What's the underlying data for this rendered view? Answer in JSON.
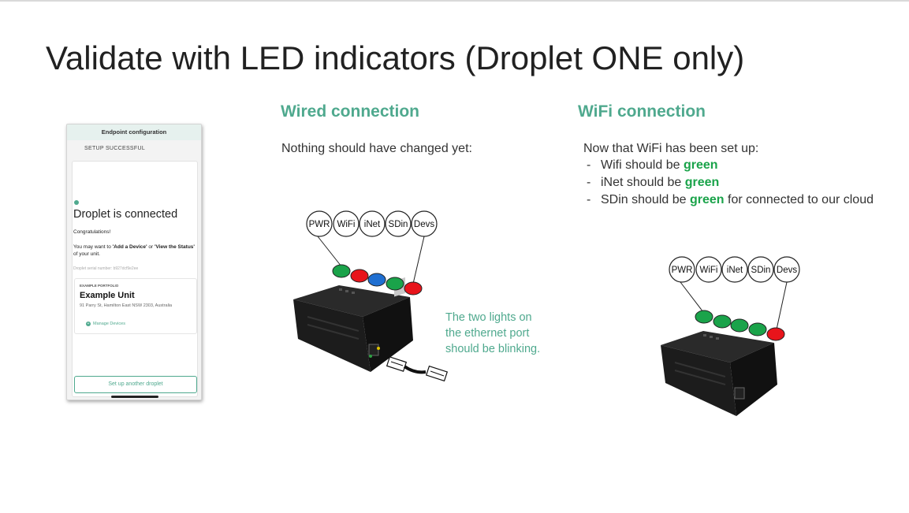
{
  "slide": {
    "title": "Validate with LED indicators (Droplet ONE only)"
  },
  "phone": {
    "header": "Endpoint configuration",
    "status": "SETUP SUCCESSFUL",
    "connected_title": "Droplet is connected",
    "congrats": "Congratulations!",
    "message_prefix": "You may want to ",
    "message_add": "'Add a Device'",
    "message_or": " or ",
    "message_view": "'View the Status'",
    "message_suffix": " of your unit.",
    "serial": "Droplet serial number: b927dcf9e2ee",
    "portfolio_label": "EXAMPLE PORTFOLIO",
    "unit_name": "Example Unit",
    "address": "91 Parry St, Hamilton East NSW 2303, Australia",
    "manage_devices": "Manage Devices",
    "setup_another": "Set up another droplet"
  },
  "wired": {
    "heading": "Wired connection",
    "description": "Nothing should have changed yet:",
    "note_line1": "The two lights on",
    "note_line2": "the ethernet port",
    "note_line3": "should be blinking.",
    "leds": [
      {
        "label": "PWR",
        "color": "#1aa34a"
      },
      {
        "label": "WiFi",
        "color": "#e8141b"
      },
      {
        "label": "iNet",
        "color": "#1f6fd1"
      },
      {
        "label": "SDin",
        "color": "#1aa34a"
      },
      {
        "label": "Devs",
        "color": "#e8141b"
      }
    ]
  },
  "wifi": {
    "heading": "WiFi connection",
    "intro": "Now that WiFi has been set up:",
    "bullet1_prefix": "Wifi should be ",
    "bullet2_prefix": "iNet should be ",
    "bullet3_prefix": "SDin should be ",
    "bullet3_suffix": " for connected to our cloud",
    "green_word": "green",
    "leds": [
      {
        "label": "PWR",
        "color": "#1aa34a"
      },
      {
        "label": "WiFi",
        "color": "#1aa34a"
      },
      {
        "label": "iNet",
        "color": "#1aa34a"
      },
      {
        "label": "SDin",
        "color": "#1aa34a"
      },
      {
        "label": "Devs",
        "color": "#e8141b"
      }
    ]
  },
  "colors": {
    "accent": "#4fa98e",
    "status_green": "#1aa34a",
    "status_red": "#e8141b",
    "status_blue": "#1f6fd1"
  }
}
